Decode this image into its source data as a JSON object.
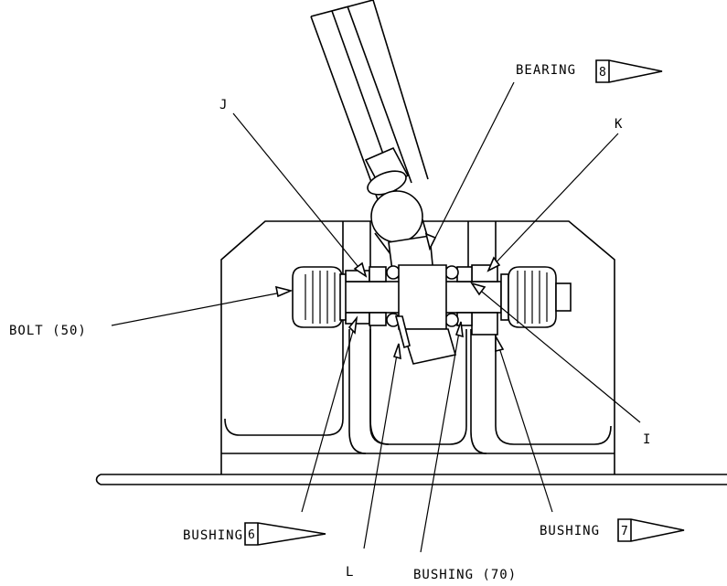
{
  "callouts": {
    "bearing": {
      "text": "BEARING",
      "flag": "8"
    },
    "j": {
      "text": "J"
    },
    "k": {
      "text": "K"
    },
    "bolt": {
      "text": "BOLT (50)"
    },
    "i": {
      "text": "I"
    },
    "bushing_left": {
      "text": "BUSHING",
      "flag": "6"
    },
    "bushing_right": {
      "text": "BUSHING",
      "flag": "7"
    },
    "l": {
      "text": "L"
    },
    "bushing_bottom": {
      "text": "BUSHING (70)"
    }
  }
}
